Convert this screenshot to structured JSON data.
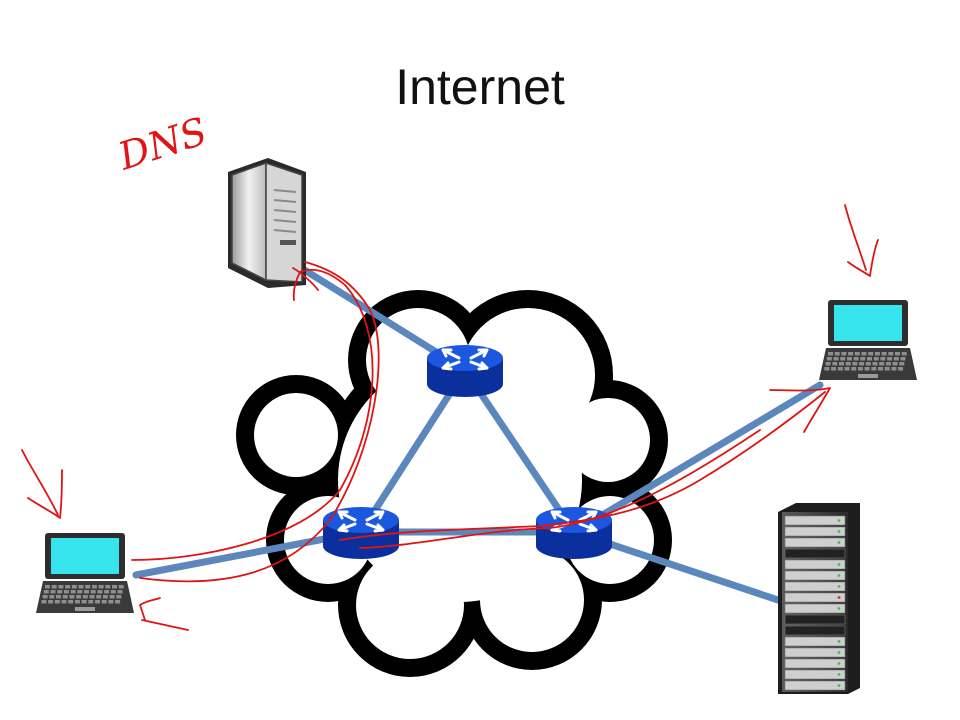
{
  "slide": {
    "title": "Internet"
  },
  "annotations": {
    "dns_label": "DNS"
  },
  "nodes": [
    {
      "id": "dns-server",
      "kind": "tower-server"
    },
    {
      "id": "router-top",
      "kind": "router"
    },
    {
      "id": "router-left",
      "kind": "router"
    },
    {
      "id": "router-right",
      "kind": "router"
    },
    {
      "id": "client-laptop-left",
      "kind": "laptop"
    },
    {
      "id": "client-laptop-right",
      "kind": "laptop"
    },
    {
      "id": "rack-server",
      "kind": "rack-server"
    }
  ],
  "links": [
    [
      "dns-server",
      "router-top"
    ],
    [
      "router-top",
      "router-left"
    ],
    [
      "router-top",
      "router-right"
    ],
    [
      "router-left",
      "router-right"
    ],
    [
      "client-laptop-left",
      "router-left"
    ],
    [
      "router-right",
      "client-laptop-right"
    ],
    [
      "router-right",
      "rack-server"
    ]
  ],
  "colors": {
    "link": "#5b87bd",
    "cloud_outline": "#000000",
    "router": "#1c57e0",
    "router_dark": "#0b2f9c",
    "ink": "#e01414",
    "screen": "#37e4ee"
  }
}
